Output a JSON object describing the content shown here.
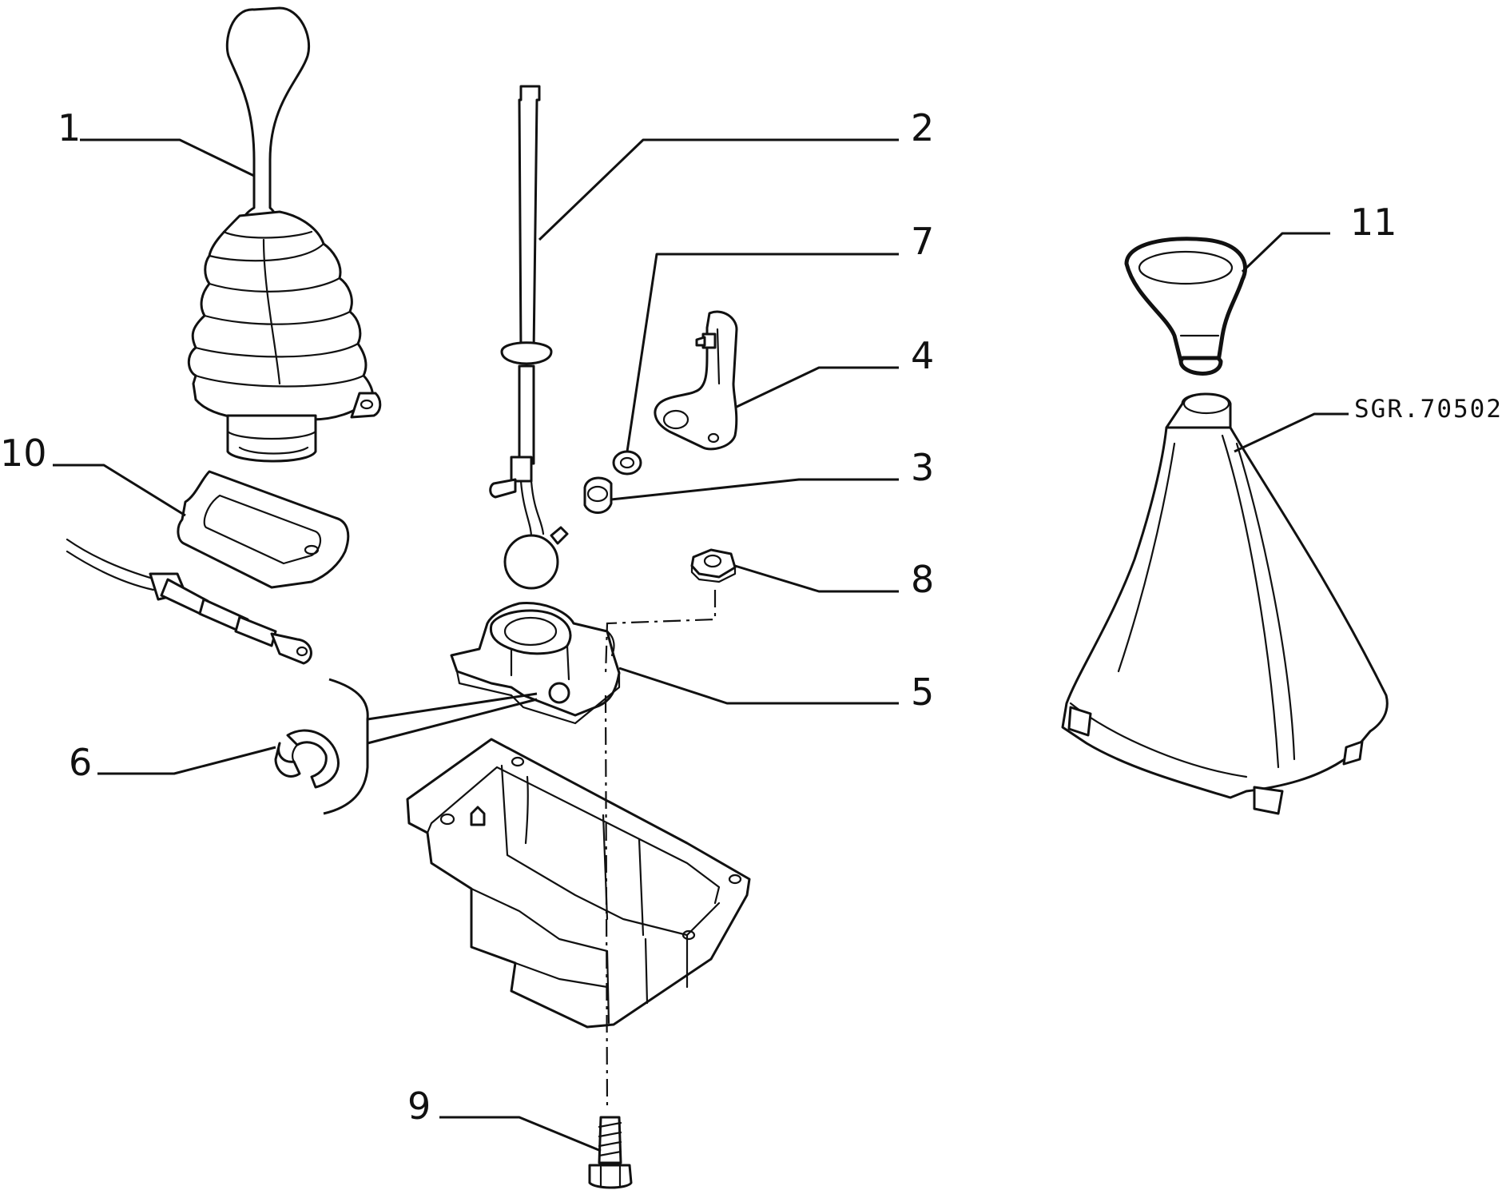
{
  "callouts": {
    "c1": "1",
    "c2": "2",
    "c3": "3",
    "c4": "4",
    "c5": "5",
    "c6": "6",
    "c7": "7",
    "c8": "8",
    "c9": "9",
    "c10": "10",
    "c11": "11"
  },
  "reference_code": "SGR.70502",
  "colors": {
    "line": "#111111",
    "background": "#ffffff"
  }
}
